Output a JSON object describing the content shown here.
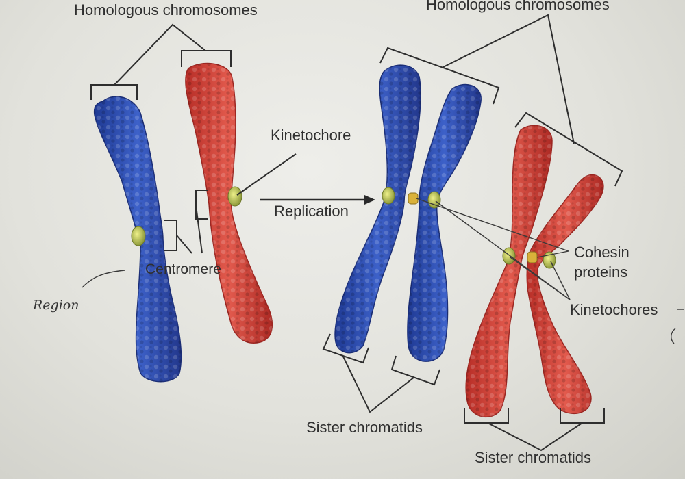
{
  "labels": {
    "homologous_left": "Homologous chromosomes",
    "homologous_right": "Homologous chromosomes",
    "kinetochore": "Kinetochore",
    "replication": "Replication",
    "centromere": "Centromere",
    "region": "Region",
    "cohesin_line1": "Cohesin",
    "cohesin_line2": "proteins",
    "kinetochores": "Kinetochores",
    "sister_chromatids_left": "Sister chromatids",
    "sister_chromatids_right": "Sister chromatids"
  },
  "colors": {
    "blue_chromosome": "#2f4fb3",
    "red_chromosome": "#d8463c",
    "kinetochore": "#c9cf6a",
    "cohesin": "#d9b13a"
  }
}
